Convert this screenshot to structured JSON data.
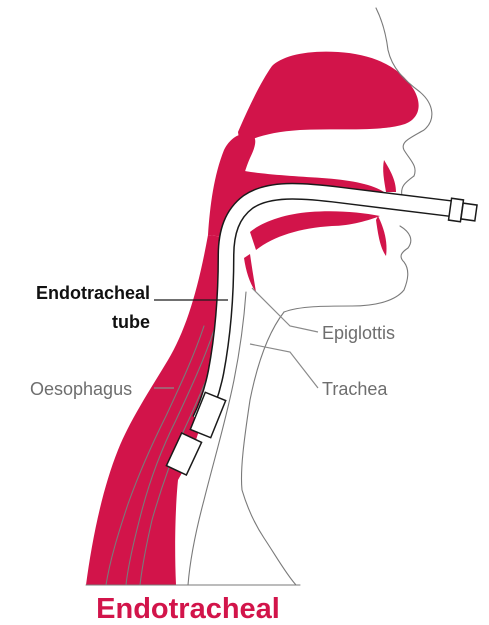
{
  "labels": {
    "tube_line1": "Endotracheal",
    "tube_line2": "tube",
    "epiglottis": "Epiglottis",
    "trachea": "Trachea",
    "oesophagus": "Oesophagus"
  },
  "caption": "Endotracheal",
  "colors": {
    "tissue": "#d2144a",
    "caption": "#d2144a",
    "outline": "#7a7a7a",
    "tube_fill": "#ffffff",
    "tube_stroke": "#1a1a1a",
    "label_dark": "#111111",
    "label_grey": "#6e6e6e",
    "leader_line": "#8a8a8a"
  }
}
